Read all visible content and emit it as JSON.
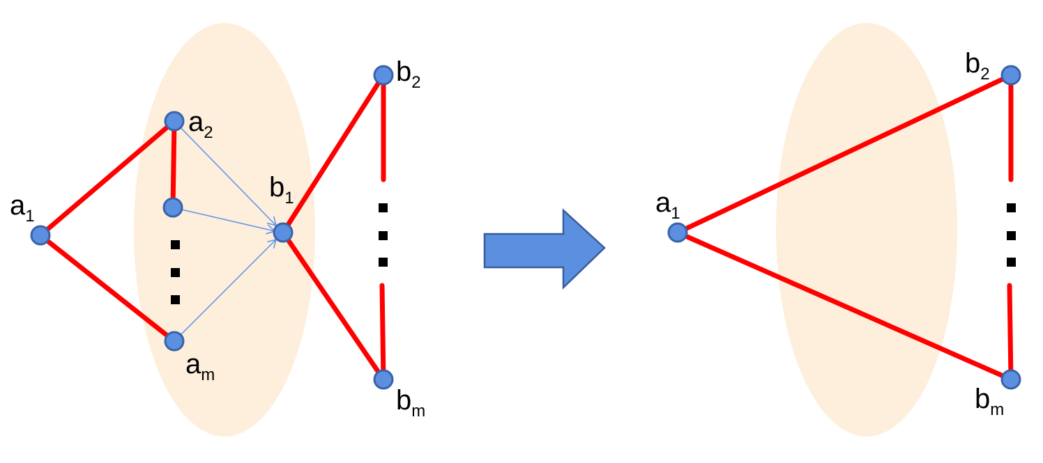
{
  "colors": {
    "region_fill": "#fdefdc",
    "edge": "#ff0000",
    "arrow_edge": "#6495e8",
    "node_fill": "#5b8fe0",
    "node_stroke": "#3a62a8",
    "block_arrow_fill": "#5b8fe0",
    "block_arrow_stroke": "#3a5c9a",
    "text": "#000000"
  },
  "left_graph": {
    "labels": {
      "a1": {
        "base": "a",
        "sub": "1"
      },
      "a2": {
        "base": "a",
        "sub": "2"
      },
      "am": {
        "base": "a",
        "sub": "m"
      },
      "b1": {
        "base": "b",
        "sub": "1"
      },
      "b2": {
        "base": "b",
        "sub": "2"
      },
      "bm": {
        "base": "b",
        "sub": "m"
      }
    }
  },
  "right_graph": {
    "labels": {
      "a1": {
        "base": "a",
        "sub": "1"
      },
      "b2": {
        "base": "b",
        "sub": "2"
      },
      "bm": {
        "base": "b",
        "sub": "m"
      }
    }
  }
}
